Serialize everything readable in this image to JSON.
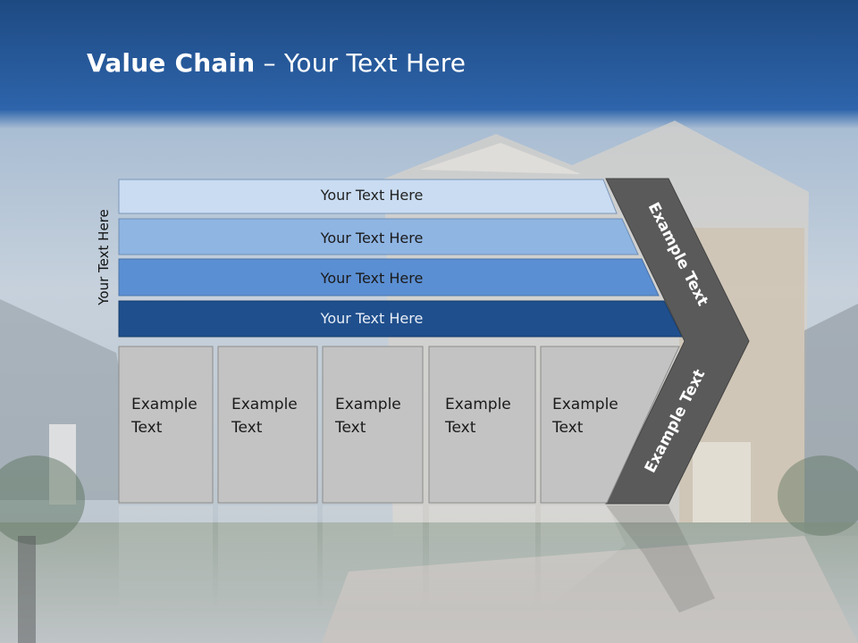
{
  "slide": {
    "title_bold": "Value Chain",
    "title_rest": " – Your Text Here",
    "side_label": "Your Text Here"
  },
  "bars": [
    {
      "label": "Your Text Here",
      "fill": "#c9dcf2",
      "text_color": "#222222"
    },
    {
      "label": "Your Text Here",
      "fill": "#8fb5e3",
      "text_color": "#1a1a1a"
    },
    {
      "label": "Your Text Here",
      "fill": "#5b8fd3",
      "text_color": "#1a1a1a"
    },
    {
      "label": "Your Text Here",
      "fill": "#1f4f8d",
      "text_color": "#e8eef6"
    }
  ],
  "cells": [
    {
      "line1": "Example",
      "line2": "Text"
    },
    {
      "line1": "Example",
      "line2": "Text"
    },
    {
      "line1": "Example",
      "line2": "Text"
    },
    {
      "line1": "Example",
      "line2": "Text"
    },
    {
      "line1": "Example",
      "line2": "Text"
    }
  ],
  "chevron": {
    "upper_label": "Example Text",
    "lower_label": "Example Text",
    "fill": "#5a5a5a"
  },
  "colors": {
    "header_dark": "#1d4a82",
    "header_mid": "#2b62a8",
    "cell_fill": "#c3c3c3",
    "cell_stroke": "#8c8c8c"
  }
}
